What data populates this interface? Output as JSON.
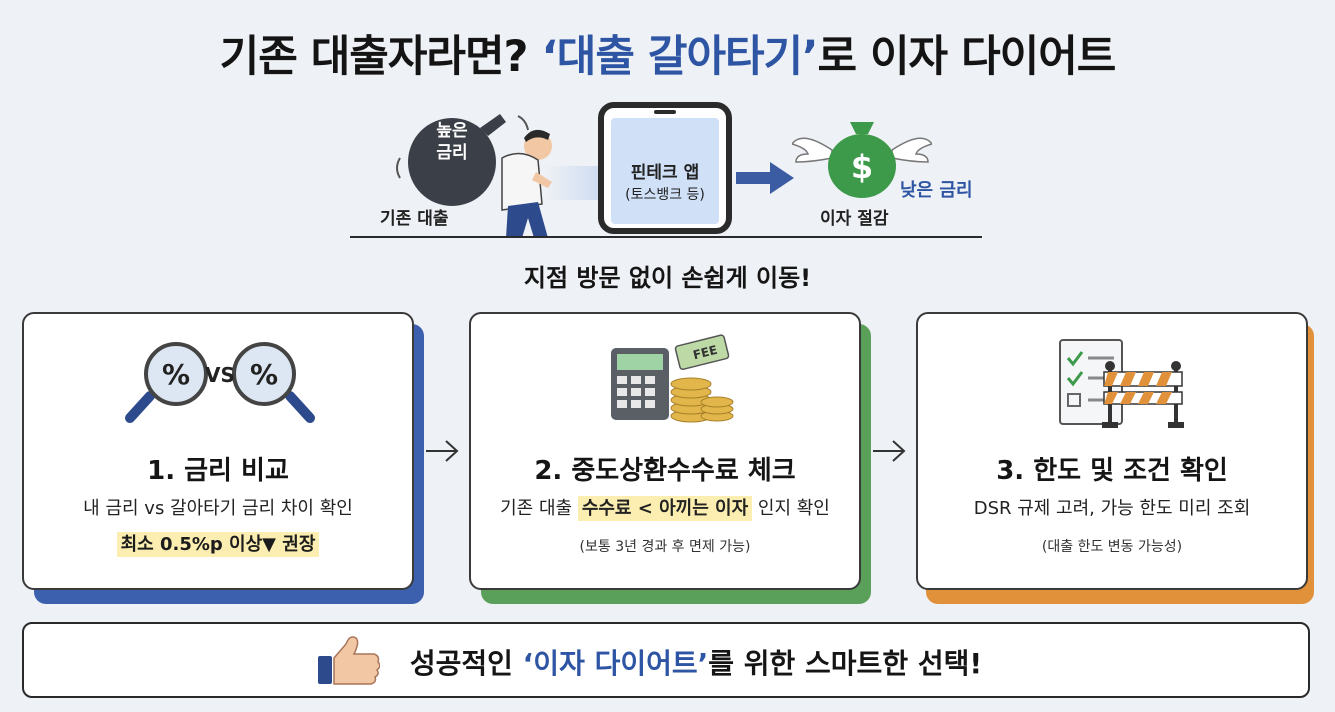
{
  "title": {
    "prefix": "기존 대출자라면? ",
    "accent": "‘대출 갈아타기’",
    "suffix": "로 이자 다이어트"
  },
  "hero": {
    "sack_label_line1": "높은",
    "sack_label_line2": "금리",
    "existing_loan_label": "기존 대출",
    "app_name": "핀테크 앱",
    "app_example": "(토스뱅크 등)",
    "low_rate_label": "낮은 금리",
    "savings_label": "이자 절감",
    "dollar_sign": "$"
  },
  "subheading": "지점 방문 없이 손쉽게 이동!",
  "steps": [
    {
      "title": "1. 금리 비교",
      "description": "내 금리 vs 갈아타기 금리 차이 확인",
      "highlight": "최소 0.5%p 이상▼ 권장",
      "icon_left": "%",
      "icon_mid": "VS",
      "icon_right": "%",
      "accent_color": "#3c5fae"
    },
    {
      "title": "2. 중도상환수수료 체크",
      "description_prefix": "기존 대출 ",
      "description_highlight": "수수료 < 아끼는 이자",
      "description_suffix": " 인지 확인",
      "note": "(보통 3년 경과 후 면제 가능)",
      "fee_tag": "FEE",
      "accent_color": "#5aa05a"
    },
    {
      "title": "3. 한도 및 조건 확인",
      "description": "DSR 규제 고려, 가능 한도 미리 조회",
      "note": "(대출 한도 변동 가능성)",
      "accent_color": "#e0913a"
    }
  ],
  "banner": {
    "prefix": "성공적인 ",
    "accent": "‘이자 다이어트’",
    "suffix": "를 위한 스마트한 선택!"
  },
  "colors": {
    "accent_blue": "#2e55a3",
    "highlight_yellow": "#fbeeb0",
    "money_green": "#3d9a4a"
  }
}
